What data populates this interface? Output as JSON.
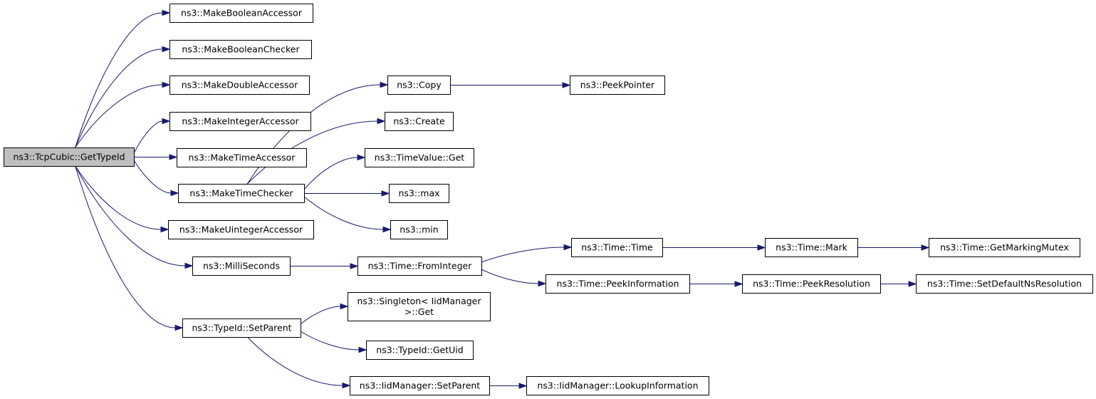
{
  "diagram": {
    "nodes": [
      {
        "id": "root",
        "lines": [
          "ns3::TcpCubic::GetTypeId"
        ],
        "root": true
      },
      {
        "id": "mba",
        "lines": [
          "ns3::MakeBooleanAccessor"
        ]
      },
      {
        "id": "mbc",
        "lines": [
          "ns3::MakeBooleanChecker"
        ]
      },
      {
        "id": "mda",
        "lines": [
          "ns3::MakeDoubleAccessor"
        ]
      },
      {
        "id": "mia",
        "lines": [
          "ns3::MakeIntegerAccessor"
        ]
      },
      {
        "id": "mta",
        "lines": [
          "ns3::MakeTimeAccessor"
        ]
      },
      {
        "id": "mtc",
        "lines": [
          "ns3::MakeTimeChecker"
        ]
      },
      {
        "id": "mua",
        "lines": [
          "ns3::MakeUintegerAccessor"
        ]
      },
      {
        "id": "ms",
        "lines": [
          "ns3::MilliSeconds"
        ]
      },
      {
        "id": "tsp",
        "lines": [
          "ns3::TypeId::SetParent"
        ]
      },
      {
        "id": "copy",
        "lines": [
          "ns3::Copy"
        ]
      },
      {
        "id": "create",
        "lines": [
          "ns3::Create"
        ]
      },
      {
        "id": "tvget",
        "lines": [
          "ns3::TimeValue::Get"
        ]
      },
      {
        "id": "max",
        "lines": [
          "ns3::max"
        ]
      },
      {
        "id": "min",
        "lines": [
          "ns3::min"
        ]
      },
      {
        "id": "peekptr",
        "lines": [
          "ns3::PeekPointer"
        ]
      },
      {
        "id": "fromint",
        "lines": [
          "ns3::Time::FromInteger"
        ]
      },
      {
        "id": "ttime",
        "lines": [
          "ns3::Time::Time"
        ]
      },
      {
        "id": "peekinfo",
        "lines": [
          "ns3::Time::PeekInformation"
        ]
      },
      {
        "id": "mark",
        "lines": [
          "ns3::Time::Mark"
        ]
      },
      {
        "id": "peekres",
        "lines": [
          "ns3::Time::PeekResolution"
        ]
      },
      {
        "id": "getmutex",
        "lines": [
          "ns3::Time::GetMarkingMutex"
        ]
      },
      {
        "id": "setdefres",
        "lines": [
          "ns3::Time::SetDefaultNsResolution"
        ]
      },
      {
        "id": "singget",
        "lines": [
          "ns3::Singleton< IidManager",
          ">::Get"
        ]
      },
      {
        "id": "getuid",
        "lines": [
          "ns3::TypeId::GetUid"
        ]
      },
      {
        "id": "iidsp",
        "lines": [
          "ns3::IidManager::SetParent"
        ]
      },
      {
        "id": "lookup",
        "lines": [
          "ns3::IidManager::LookupInformation"
        ]
      }
    ],
    "edges": [
      [
        "root",
        "mba"
      ],
      [
        "root",
        "mbc"
      ],
      [
        "root",
        "mda"
      ],
      [
        "root",
        "mia"
      ],
      [
        "root",
        "mta"
      ],
      [
        "root",
        "mtc"
      ],
      [
        "root",
        "mua"
      ],
      [
        "root",
        "ms"
      ],
      [
        "root",
        "tsp"
      ],
      [
        "mtc",
        "copy"
      ],
      [
        "mtc",
        "create"
      ],
      [
        "mtc",
        "tvget"
      ],
      [
        "mtc",
        "max"
      ],
      [
        "mtc",
        "min"
      ],
      [
        "copy",
        "peekptr"
      ],
      [
        "ms",
        "fromint"
      ],
      [
        "fromint",
        "ttime"
      ],
      [
        "fromint",
        "peekinfo"
      ],
      [
        "ttime",
        "mark"
      ],
      [
        "mark",
        "getmutex"
      ],
      [
        "peekinfo",
        "peekres"
      ],
      [
        "peekres",
        "setdefres"
      ],
      [
        "tsp",
        "singget"
      ],
      [
        "tsp",
        "getuid"
      ],
      [
        "tsp",
        "iidsp"
      ],
      [
        "iidsp",
        "lookup"
      ]
    ]
  }
}
